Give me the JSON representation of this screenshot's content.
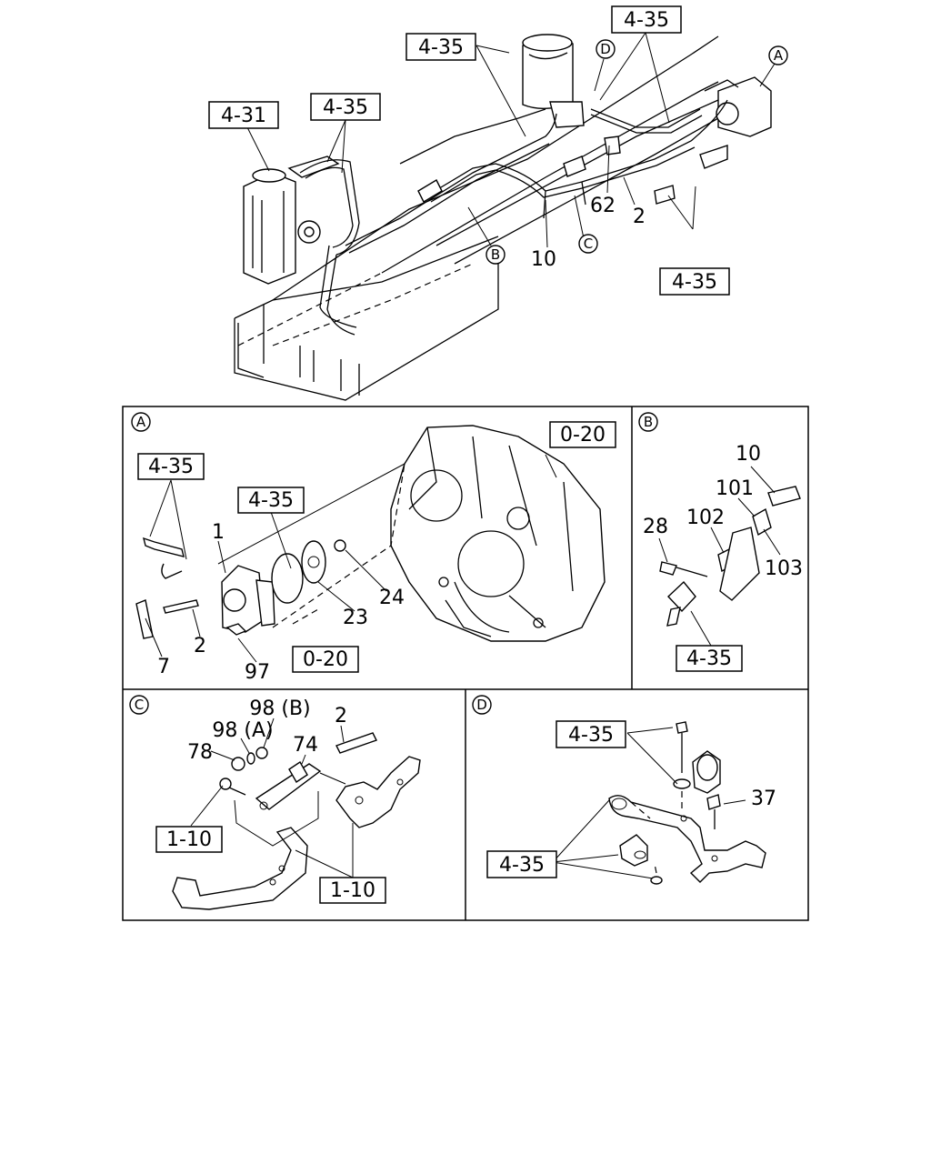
{
  "overview": {
    "refs": [
      "4-35",
      "4-35",
      "4-31",
      "4-35",
      "4-35"
    ],
    "callouts": [
      "D",
      "A",
      "B",
      "C"
    ],
    "labels": [
      "62",
      "2",
      "10"
    ]
  },
  "panel_a": {
    "tag": "A",
    "refs": [
      "4-35",
      "4-35",
      "0-20",
      "0-20"
    ],
    "labels": [
      "1",
      "24",
      "23",
      "2",
      "7",
      "97"
    ]
  },
  "panel_b": {
    "tag": "B",
    "refs": [
      "4-35"
    ],
    "labels": [
      "10",
      "101",
      "102",
      "28",
      "103"
    ]
  },
  "panel_c": {
    "tag": "C",
    "refs": [
      "1-10",
      "1-10"
    ],
    "labels": [
      "98 (B)",
      "98 (A)",
      "2",
      "78",
      "74"
    ]
  },
  "panel_d": {
    "tag": "D",
    "refs": [
      "4-35",
      "4-35"
    ],
    "labels": [
      "37"
    ]
  }
}
